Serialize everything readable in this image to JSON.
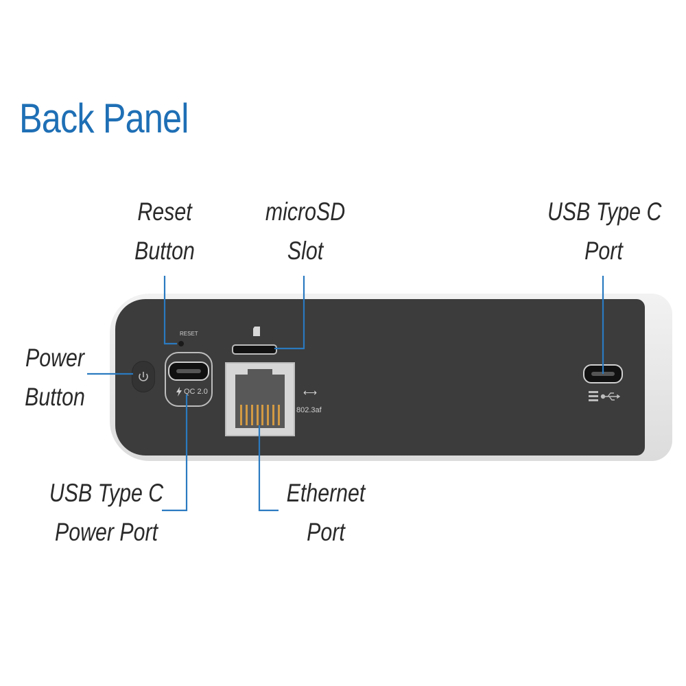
{
  "title": "Back Panel",
  "labels": {
    "reset_button": [
      "Reset",
      "Button"
    ],
    "microsd_slot": [
      "microSD",
      "Slot"
    ],
    "usb_type_c_port": [
      "USB Type C",
      "Port"
    ],
    "power_button": [
      "Power",
      "Button"
    ],
    "usb_type_c_power_port": [
      "USB Type C",
      "Power Port"
    ],
    "ethernet_port": [
      "Ethernet",
      "Port"
    ]
  },
  "device_markings": {
    "reset": "RESET",
    "qc": "QC 2.0",
    "poe": "802.3af",
    "ethernet_arrow": "⟷"
  },
  "icons": [
    "power-icon",
    "lightning-icon",
    "sd-card-icon",
    "usb-icon",
    "ethernet-link-icon"
  ],
  "colors": {
    "title": "#1e6fb5",
    "leader_line": "#2a7ac0",
    "panel": "#3c3c3c",
    "ethernet_pins": "#d39a43"
  }
}
